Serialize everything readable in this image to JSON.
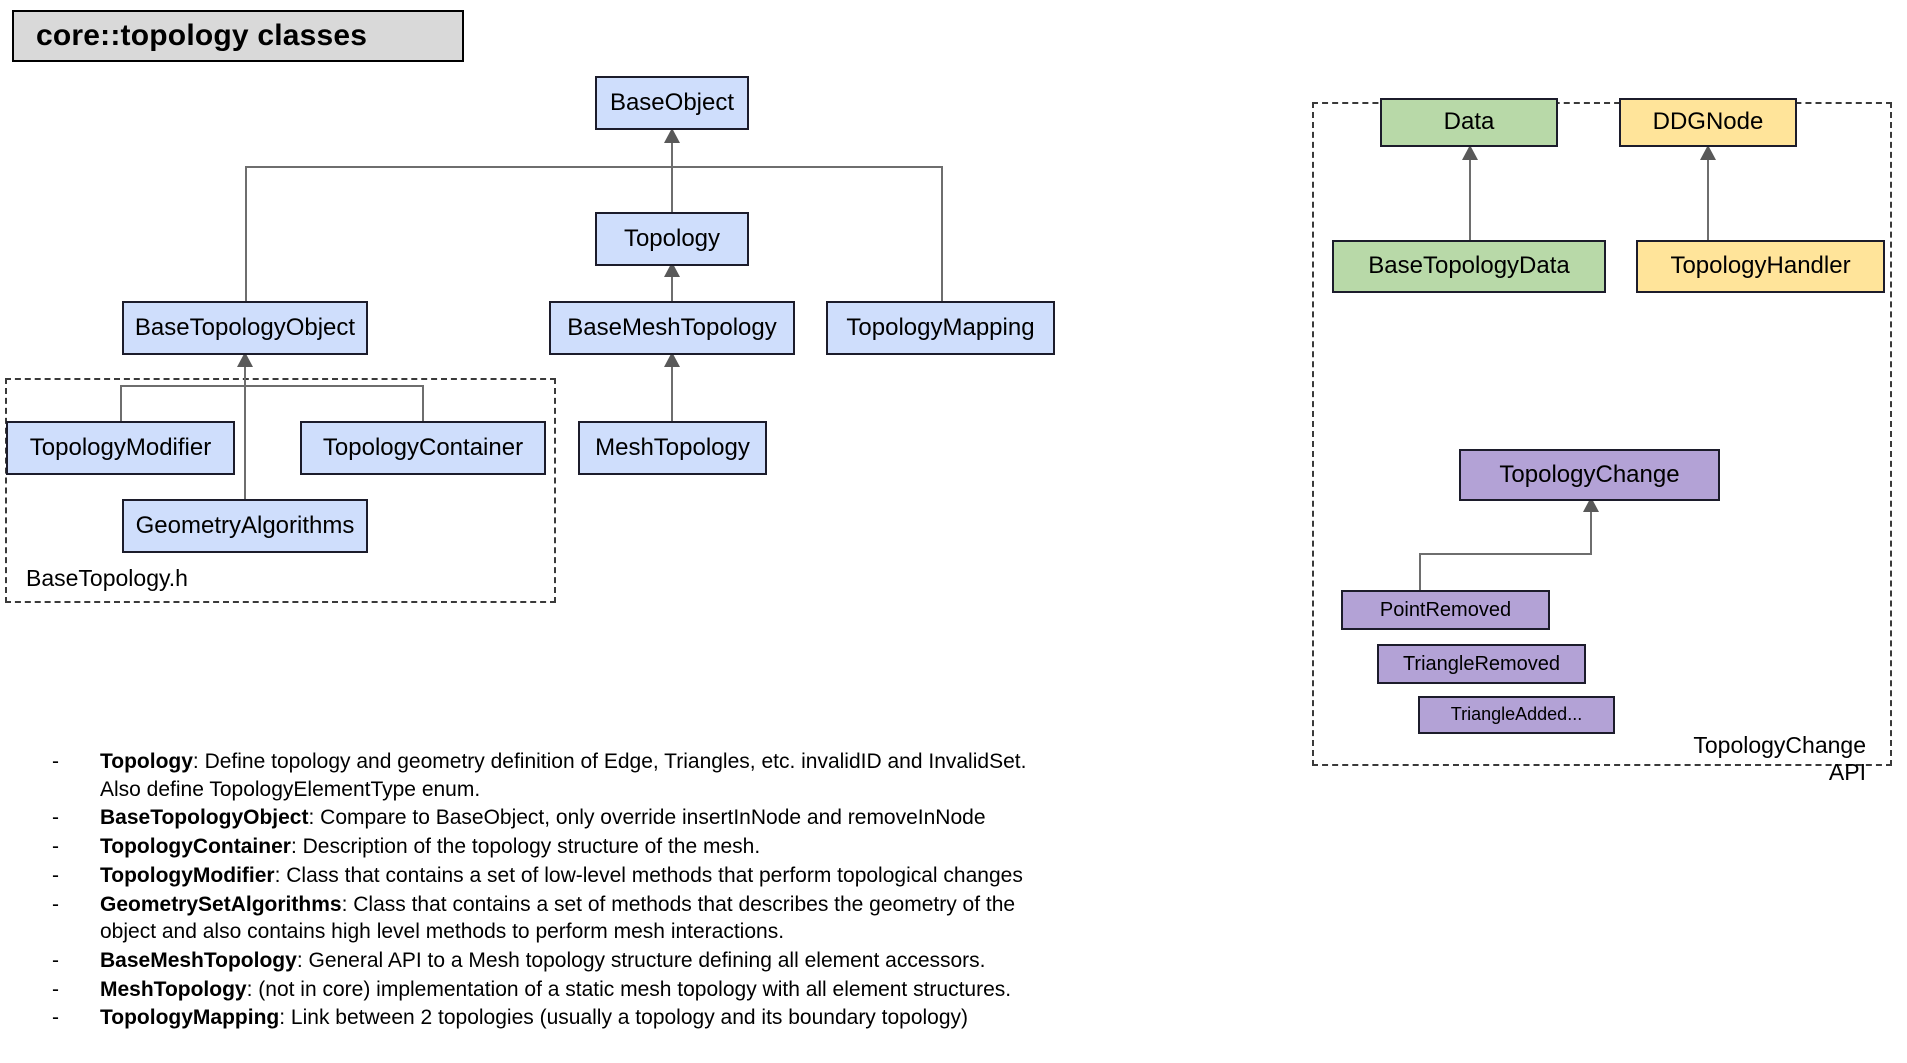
{
  "title": "core::topology classes",
  "left_diagram": {
    "nodes": {
      "base_object": "BaseObject",
      "topology": "Topology",
      "base_topology_object": "BaseTopologyObject",
      "base_mesh_topology": "BaseMeshTopology",
      "topology_mapping": "TopologyMapping",
      "topology_modifier": "TopologyModifier",
      "topology_container": "TopologyContainer",
      "mesh_topology": "MeshTopology",
      "geometry_algorithms": "GeometryAlgorithms"
    },
    "frame_label": "BaseTopology.h"
  },
  "right_diagram": {
    "nodes": {
      "data": "Data",
      "ddg_node": "DDGNode",
      "base_topology_data": "BaseTopologyData",
      "topology_handler": "TopologyHandler",
      "topology_change": "TopologyChange",
      "point_removed": "PointRemoved",
      "triangle_removed": "TriangleRemoved",
      "triangle_added": "TriangleAdded..."
    },
    "frame_label": "TopologyChange\nAPI"
  },
  "descriptions": [
    {
      "marker": "-",
      "term": "Topology",
      "text": ": Define topology and geometry definition of Edge, Triangles, etc. invalidID and InvalidSet. Also define TopologyElementType enum."
    },
    {
      "marker": "-",
      "term": "BaseTopologyObject",
      "text": ": Compare to BaseObject, only override insertInNode and removeInNode"
    },
    {
      "marker": "-",
      "term": "TopologyContainer",
      "text": ": Description of the topology structure of the mesh."
    },
    {
      "marker": "-",
      "term": "TopologyModifier",
      "text": ": Class that contains a set of low-level methods that perform topological changes"
    },
    {
      "marker": "-",
      "term": "GeometrySetAlgorithms",
      "text": ": Class that contains a set of methods that describes the geometry of the object and also contains high level methods to perform mesh interactions."
    },
    {
      "marker": "-",
      "term": "BaseMeshTopology",
      "text": ": General API to a Mesh topology structure defining all element accessors."
    },
    {
      "marker": "-",
      "term": "MeshTopology",
      "text": ": (not in core) implementation of a static mesh topology with all element structures."
    },
    {
      "marker": "-",
      "term": "TopologyMapping",
      "text": ": Link between 2 topologies (usually a topology and its boundary topology)"
    }
  ],
  "colors": {
    "class_blue": "#cfdefc",
    "class_green": "#b8d9a8",
    "class_yellow": "#ffe49a",
    "class_purple": "#b3a2d6",
    "title_background": "#d9d9d9",
    "border": "#1c1c2b",
    "connector": "#6e6e6e"
  }
}
